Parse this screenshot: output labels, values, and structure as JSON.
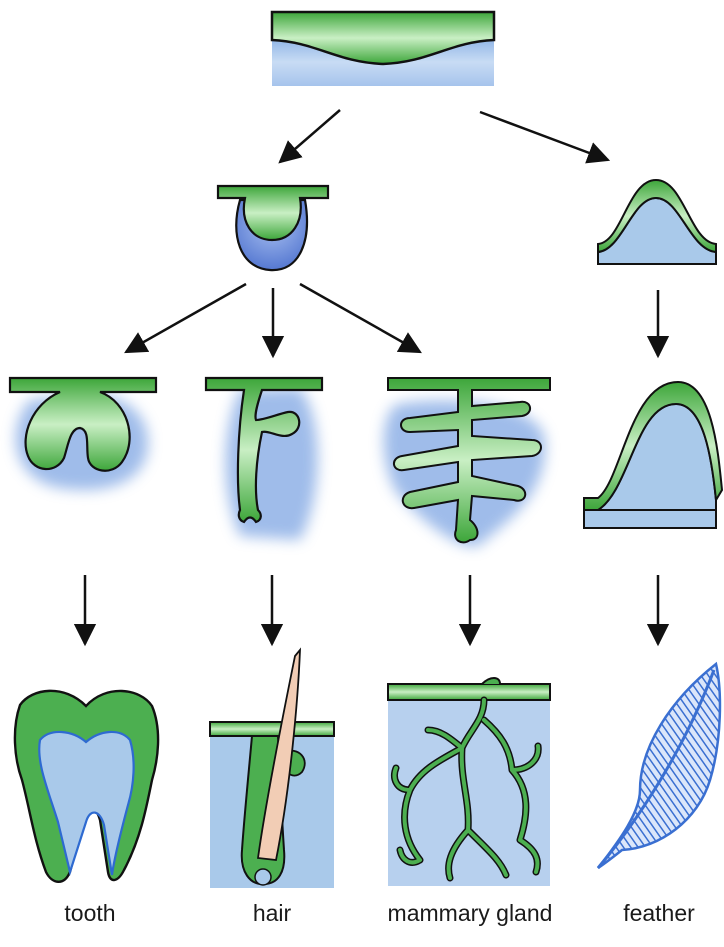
{
  "outcomes": {
    "tooth": "tooth",
    "hair": "hair",
    "mammary_gland": "mammary gland",
    "feather": "feather"
  },
  "colors": {
    "epithelium": "#4caf50",
    "epithelium_light": "#d8f2d2",
    "mesenchyme": "#a9c9ea",
    "mesenchyme_dark": "#5b86d4",
    "outline": "#111111",
    "shaft": "#f2cdb5",
    "feather": "#3a6fd1"
  }
}
